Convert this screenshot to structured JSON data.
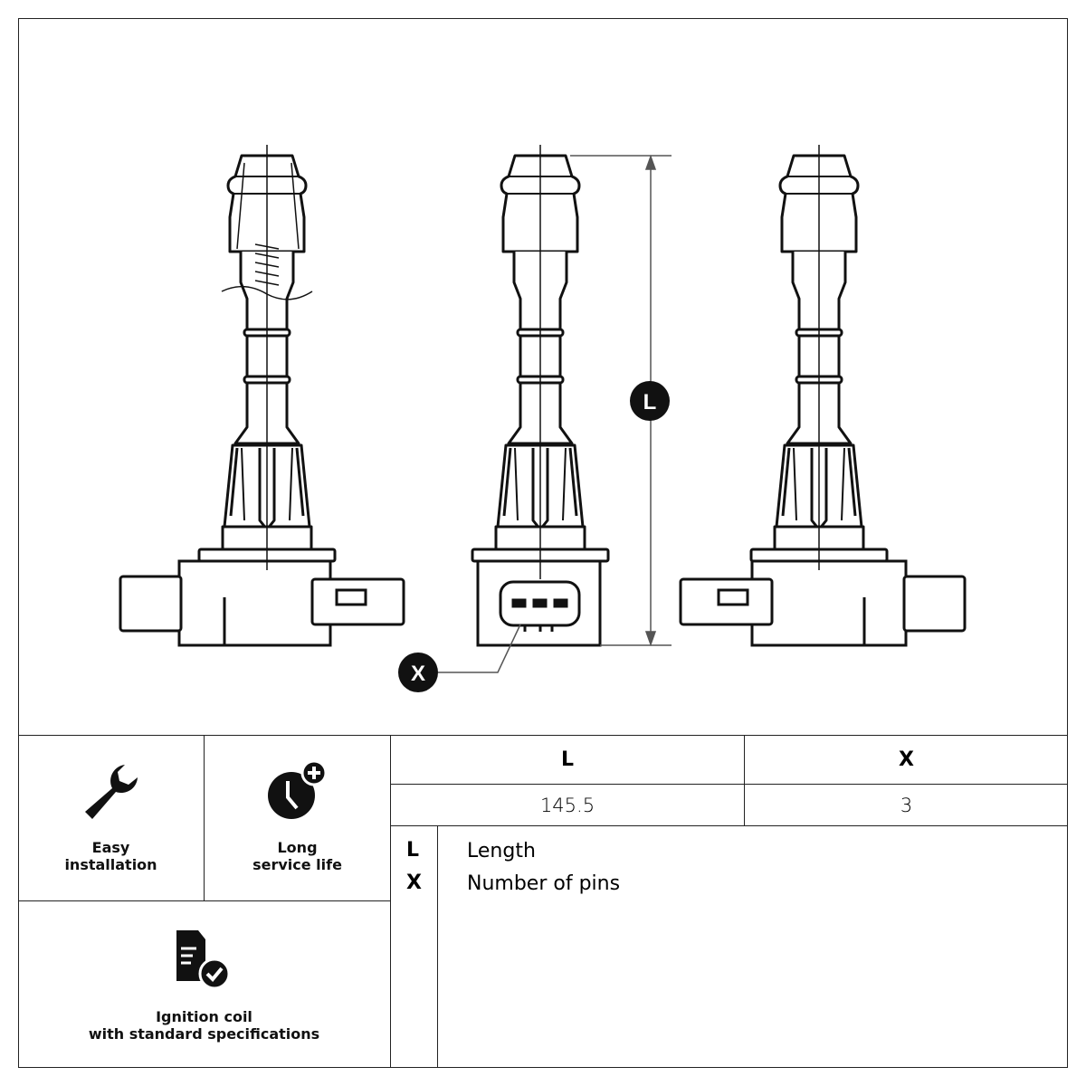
{
  "drawing": {
    "dimension_labels": {
      "length": "L",
      "pins": "X"
    }
  },
  "features": [
    {
      "icon": "wrench-icon",
      "line1": "Easy",
      "line2": "installation"
    },
    {
      "icon": "clock-plus-icon",
      "line1": "Long",
      "line2": "service life"
    },
    {
      "icon": "document-check-icon",
      "line1": "Ignition coil",
      "line2": "with standard specifications"
    }
  ],
  "spec_table": {
    "headers": [
      "L",
      "X"
    ],
    "values": [
      "145.5",
      "3"
    ]
  },
  "legend": [
    {
      "key": "L",
      "label": "Length"
    },
    {
      "key": "X",
      "label": "Number of pins"
    }
  ]
}
